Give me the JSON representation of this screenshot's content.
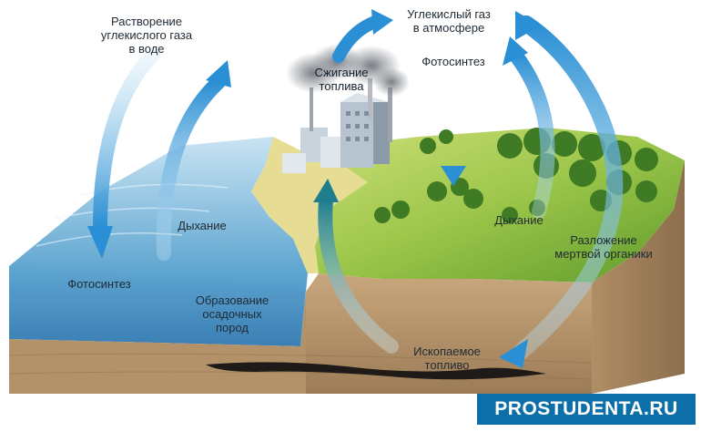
{
  "labels": {
    "dissolution": "Растворение\nуглекислого газа\nв воде",
    "atmosphere": "Углекислый газ\nв атмосфере",
    "combustion": "Сжигание\nтоплива",
    "photosynthesis_land": "Фотосинтез",
    "respiration_water": "Дыхание",
    "respiration_land": "Дыхание",
    "decomposition": "Разложение\nмертвой органики",
    "photosynthesis_water": "Фотосинтез",
    "sediment": "Образование\nосадочных\nпород",
    "fossil_fuel": "Ископаемое\nтопливо"
  },
  "watermark": "PROSTUDENTA.RU"
}
